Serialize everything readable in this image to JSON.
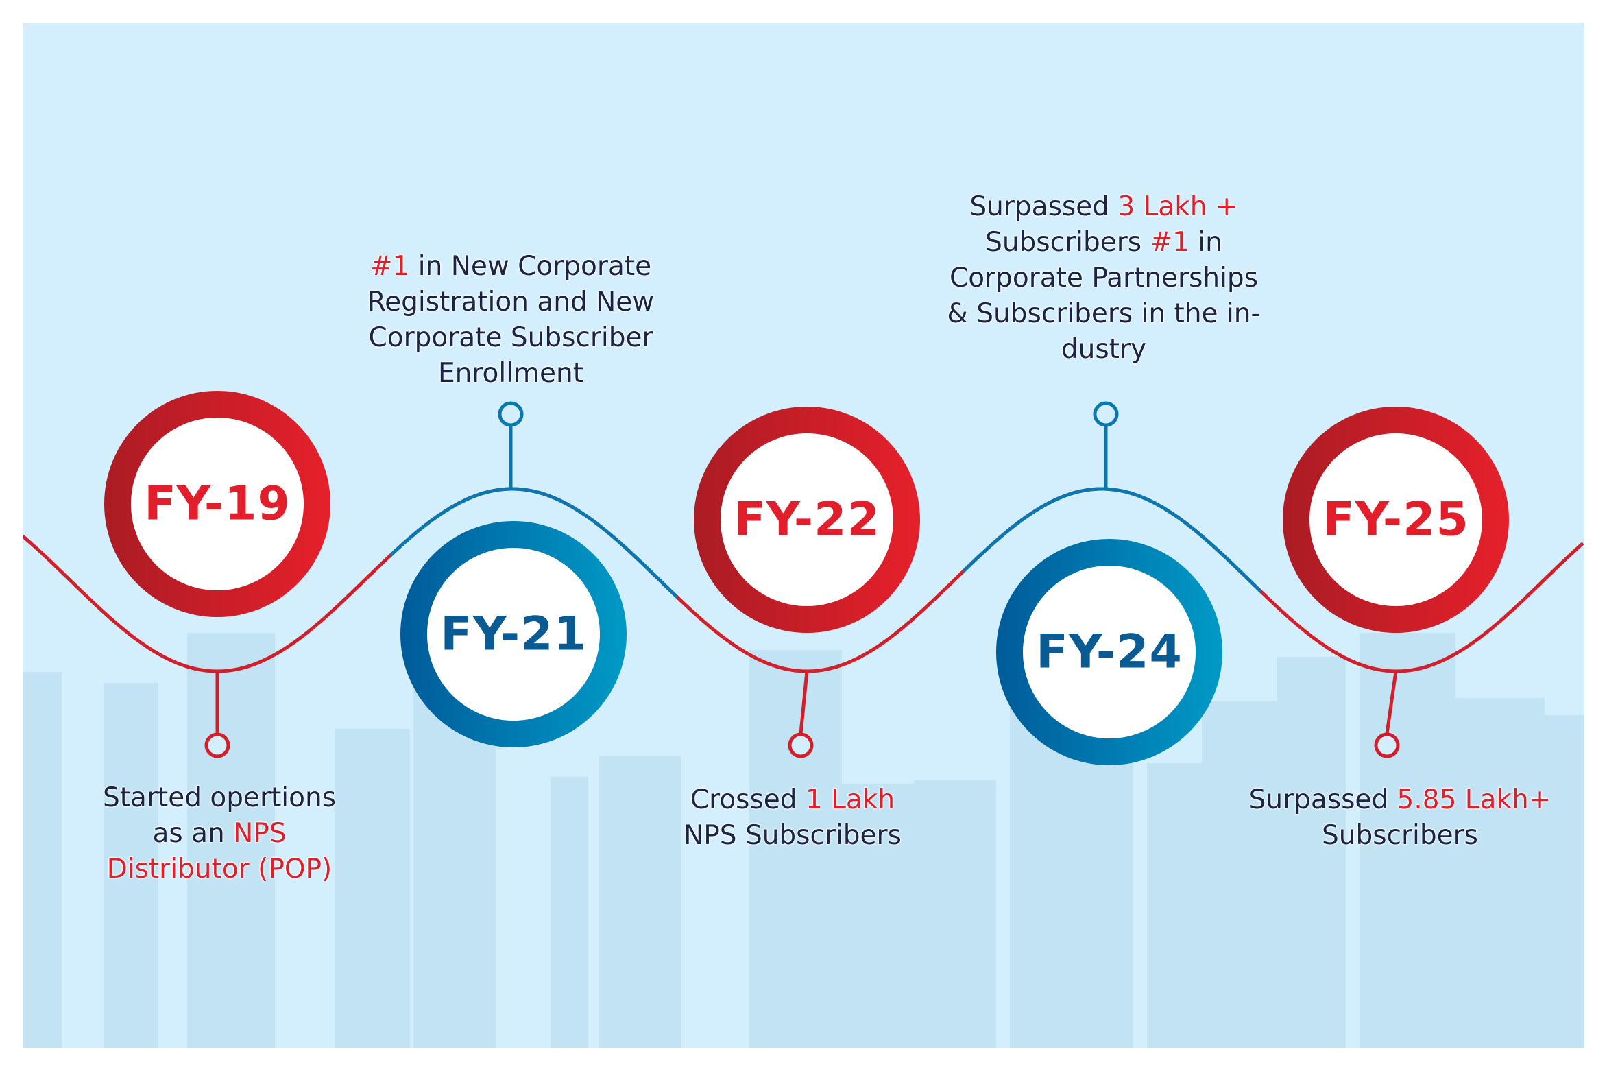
{
  "colors": {
    "red": "#e31e2b",
    "red_dark": "#b01c24",
    "blue": "#00609f",
    "blue_light": "#0098c5",
    "text": "#1b2447",
    "background": "#d3eefc"
  },
  "milestones": [
    {
      "year": "FY-19",
      "theme": "red",
      "position": "bottom",
      "lines": [
        [
          {
            "text": "Started opertions",
            "hl": false
          }
        ],
        [
          {
            "text": "as an ",
            "hl": false
          },
          {
            "text": "NPS",
            "hl": true
          }
        ],
        [
          {
            "text": "Distributor (POP)",
            "hl": true
          }
        ]
      ]
    },
    {
      "year": "FY-21",
      "theme": "blue",
      "position": "top",
      "lines": [
        [
          {
            "text": "#1",
            "hl": true
          },
          {
            "text": " in New Corporate",
            "hl": false
          }
        ],
        [
          {
            "text": "Registration and New",
            "hl": false
          }
        ],
        [
          {
            "text": "Corporate Subscriber",
            "hl": false
          }
        ],
        [
          {
            "text": "Enrollment",
            "hl": false
          }
        ]
      ]
    },
    {
      "year": "FY-22",
      "theme": "red",
      "position": "bottom",
      "lines": [
        [
          {
            "text": "Crossed ",
            "hl": false
          },
          {
            "text": "1 Lakh",
            "hl": true
          }
        ],
        [
          {
            "text": "NPS Subscribers",
            "hl": false
          }
        ]
      ]
    },
    {
      "year": "FY-24",
      "theme": "blue",
      "position": "top",
      "lines": [
        [
          {
            "text": "Surpassed ",
            "hl": false
          },
          {
            "text": "3 Lakh +",
            "hl": true
          }
        ],
        [
          {
            "text": "Subscribers ",
            "hl": false
          },
          {
            "text": "#1",
            "hl": true
          },
          {
            "text": " in",
            "hl": false
          }
        ],
        [
          {
            "text": "Corporate Partnerships",
            "hl": false
          }
        ],
        [
          {
            "text": "& Subscribers in the in-",
            "hl": false
          }
        ],
        [
          {
            "text": "dustry",
            "hl": false
          }
        ]
      ]
    },
    {
      "year": "FY-25",
      "theme": "red",
      "position": "bottom",
      "lines": [
        [
          {
            "text": "Surpassed ",
            "hl": false
          },
          {
            "text": "5.85 Lakh+",
            "hl": true
          }
        ],
        [
          {
            "text": "Subscribers",
            "hl": false
          }
        ]
      ]
    }
  ]
}
